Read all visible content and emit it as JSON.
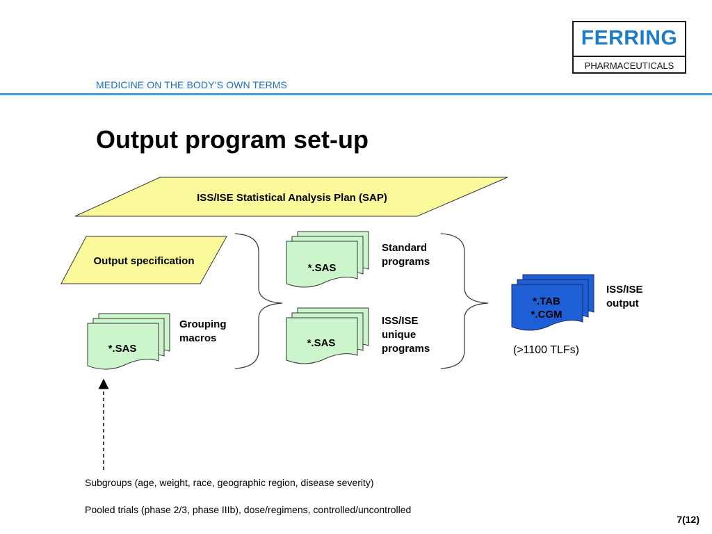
{
  "header": {
    "tagline": "MEDICINE ON THE BODY’S OWN TERMS",
    "logo": {
      "brand": "FERRING",
      "subtitle": "PHARMACEUTICALS"
    }
  },
  "page_title": "Output program set-up",
  "diagram": {
    "sap_label": "ISS/ISE Statistical Analysis Plan (SAP)",
    "output_spec_label": "Output specification",
    "grouping_doc_label": "*.SAS",
    "grouping_label_line1": "Grouping",
    "grouping_label_line2": "macros",
    "standard_doc_label": "*.SAS",
    "standard_label_line1": "Standard",
    "standard_label_line2": "programs",
    "unique_doc_label": "*.SAS",
    "unique_label_line1": "ISS/ISE",
    "unique_label_line2": "unique",
    "unique_label_line3": "programs",
    "output_doc_line1": "*.TAB",
    "output_doc_line2": "*.CGM",
    "output_label_line1": "ISS/ISE",
    "output_label_line2": "output",
    "tlf_count": "(>1100 TLFs)"
  },
  "notes": {
    "subgroups": "Subgroups (age, weight, race, geographic region, disease severity)",
    "pooled": "Pooled trials (phase 2/3, phase IIIb), dose/regimens, controlled/uncontrolled"
  },
  "page_number": "7(12)",
  "colors": {
    "accent": "#3aa0dc",
    "brand_blue": "#1e7cc8",
    "sap_fill": "#fafa9a",
    "doc_green": "#ccf5cc",
    "output_blue": "#1f5fd6"
  }
}
